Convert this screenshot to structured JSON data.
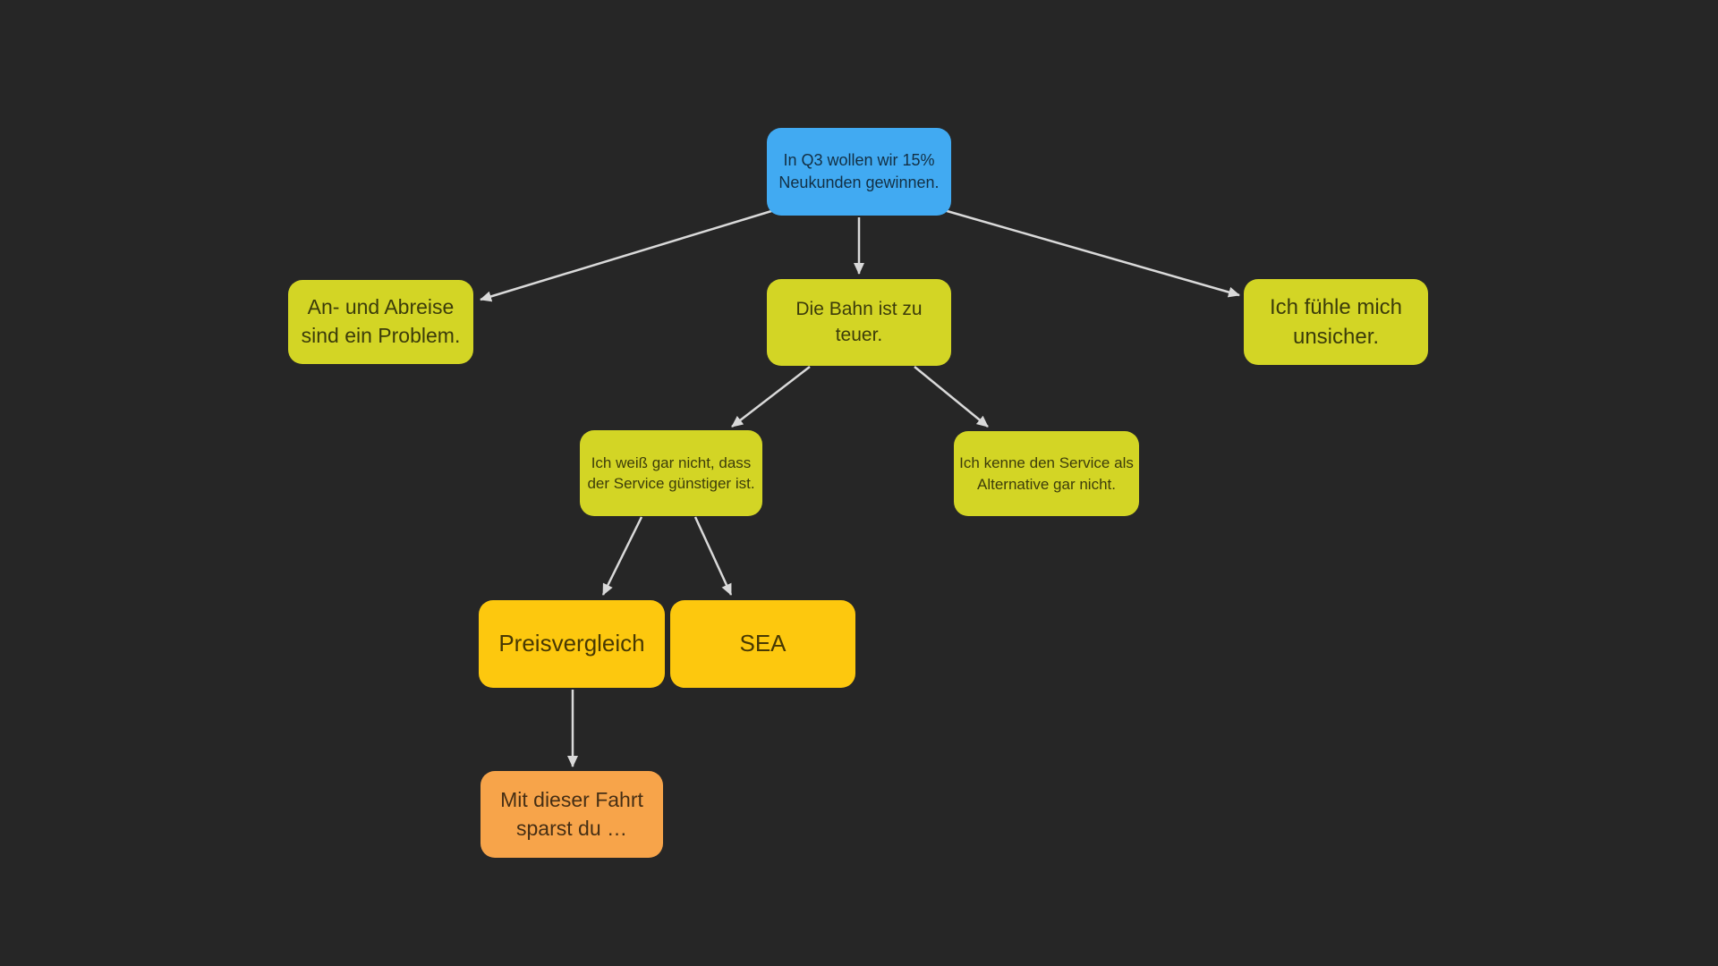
{
  "canvas": {
    "background_color": "#262626",
    "arrow_color": "#d9d9d9"
  },
  "palette": {
    "blue": "#41aaf2",
    "lime": "#d3d525",
    "gold": "#fdc80e",
    "orange": "#f7a44a"
  },
  "nodes": [
    {
      "id": "goal",
      "color": "blue",
      "text": "In Q3 wollen wir 15% Neukunden gewinnen.",
      "lines": [
        "In Q3 wollen wir 15%",
        "Neukunden gewinnen."
      ]
    },
    {
      "id": "arrival",
      "color": "lime",
      "text": "An- und Abreise sind ein Problem.",
      "lines": [
        "An- und Abreise",
        "sind ein Problem."
      ]
    },
    {
      "id": "price",
      "color": "lime",
      "text": "Die Bahn ist zu teuer.",
      "lines": [
        "Die Bahn ist zu",
        "teuer."
      ]
    },
    {
      "id": "unsafe",
      "color": "lime",
      "text": "Ich fühle mich unsicher.",
      "lines": [
        "Ich fühle mich",
        "unsicher."
      ]
    },
    {
      "id": "cheaper",
      "color": "lime",
      "text": "Ich weiß gar nicht, dass der Service günstiger ist.",
      "lines": [
        "Ich weiß gar nicht, dass",
        "der Service günstiger ist."
      ]
    },
    {
      "id": "alternative",
      "color": "lime",
      "text": "Ich kenne den Service als Alternative gar nicht.",
      "lines": [
        "Ich kenne den Service als",
        "Alternative gar nicht."
      ]
    },
    {
      "id": "preis",
      "color": "gold",
      "text": "Preisvergleich",
      "lines": [
        "Preisvergleich"
      ]
    },
    {
      "id": "sea",
      "color": "gold",
      "text": "SEA",
      "lines": [
        "SEA"
      ]
    },
    {
      "id": "savings",
      "color": "orange",
      "text": "Mit dieser Fahrt sparst du …",
      "lines": [
        "Mit dieser Fahrt",
        "sparst du  …"
      ]
    }
  ],
  "edges": [
    {
      "from": "goal",
      "to": "arrival"
    },
    {
      "from": "goal",
      "to": "price"
    },
    {
      "from": "goal",
      "to": "unsafe"
    },
    {
      "from": "price",
      "to": "cheaper"
    },
    {
      "from": "price",
      "to": "alternative"
    },
    {
      "from": "cheaper",
      "to": "preis"
    },
    {
      "from": "cheaper",
      "to": "sea"
    },
    {
      "from": "preis",
      "to": "savings"
    }
  ]
}
